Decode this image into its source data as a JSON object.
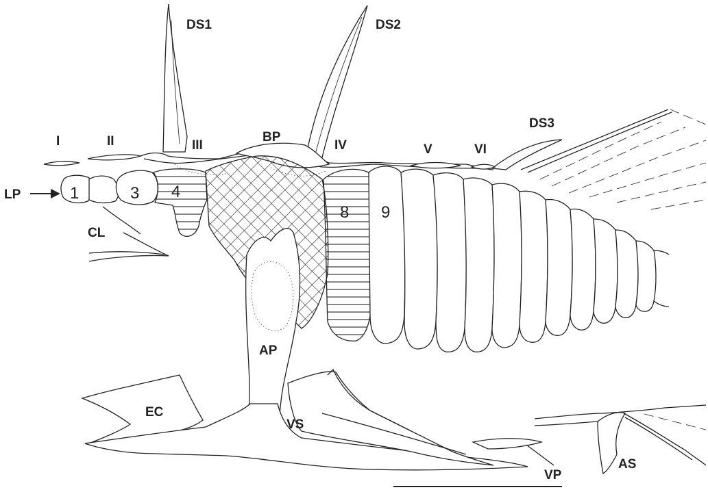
{
  "labels": {
    "ds1": "DS1",
    "ds2": "DS2",
    "ds3": "DS3",
    "roman_i": "I",
    "roman_ii": "II",
    "roman_iii": "III",
    "roman_iv": "IV",
    "roman_v": "V",
    "roman_vi": "VI",
    "bp": "BP",
    "lp": "LP",
    "cl": "CL",
    "ap": "AP",
    "ec": "EC",
    "vs": "VS",
    "vp": "VP",
    "as": "AS"
  },
  "vertebrae": {
    "v1": "1",
    "v3": "3",
    "v4": "4",
    "v8": "8",
    "v9": "9"
  }
}
